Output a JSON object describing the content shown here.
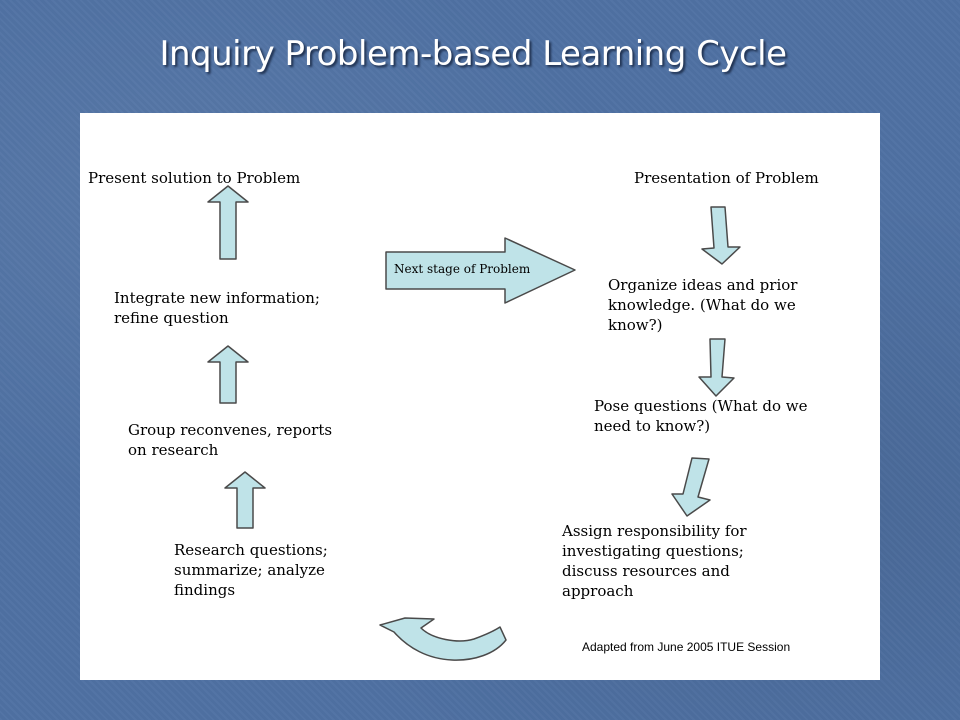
{
  "slide": {
    "title": "Inquiry Problem-based Learning Cycle"
  },
  "diagram": {
    "steps": {
      "present_solution": "Present solution to Problem",
      "presentation_of_problem": "Presentation of Problem",
      "integrate": "Integrate new information;\nrefine question",
      "organize": "Organize ideas and prior\nknowledge. (What do we\nknow?)",
      "pose_questions": "Pose questions (What do we\nneed to know?)",
      "group_reconvenes": "Group reconvenes, reports\non research",
      "assign": "Assign responsibility for\ninvestigating questions;\ndiscuss resources and\napproach",
      "research": "Research questions;\nsummarize; analyze\nfindings"
    },
    "next_stage_label": "Next stage of Problem",
    "credit": "Adapted from June 2005 ITUE Session",
    "arrow_fill": "#bfe3e8",
    "arrow_stroke": "#4a4a4a"
  }
}
